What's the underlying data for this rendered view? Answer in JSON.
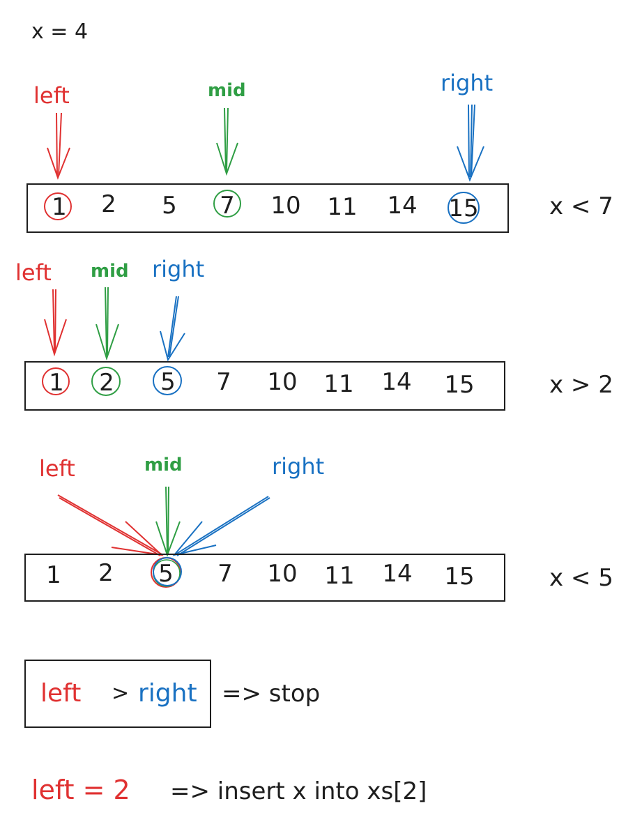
{
  "colors": {
    "left": "#e03131",
    "mid": "#2f9e44",
    "right": "#1971c2",
    "ink": "#1e1e1e",
    "background": "#ffffff"
  },
  "header": {
    "x_def": "x = 4"
  },
  "labels": {
    "left": "left",
    "mid": "mid",
    "right": "right"
  },
  "array": [
    "1",
    "2",
    "5",
    "7",
    "10",
    "11",
    "14",
    "15"
  ],
  "steps": [
    {
      "comparison": "x < 7",
      "left_index": 0,
      "mid_index": 3,
      "right_index": 7
    },
    {
      "comparison": "x > 2",
      "left_index": 0,
      "mid_index": 1,
      "right_index": 2
    },
    {
      "comparison": "x < 5",
      "left_index": 2,
      "mid_index": 2,
      "right_index": 2
    }
  ],
  "stop_box": {
    "left_word": "left",
    "operator": ">",
    "right_word": "right",
    "result": "=> stop"
  },
  "conclusion": {
    "lhs": "left = 2",
    "rhs": "=> insert x into xs[2]"
  }
}
